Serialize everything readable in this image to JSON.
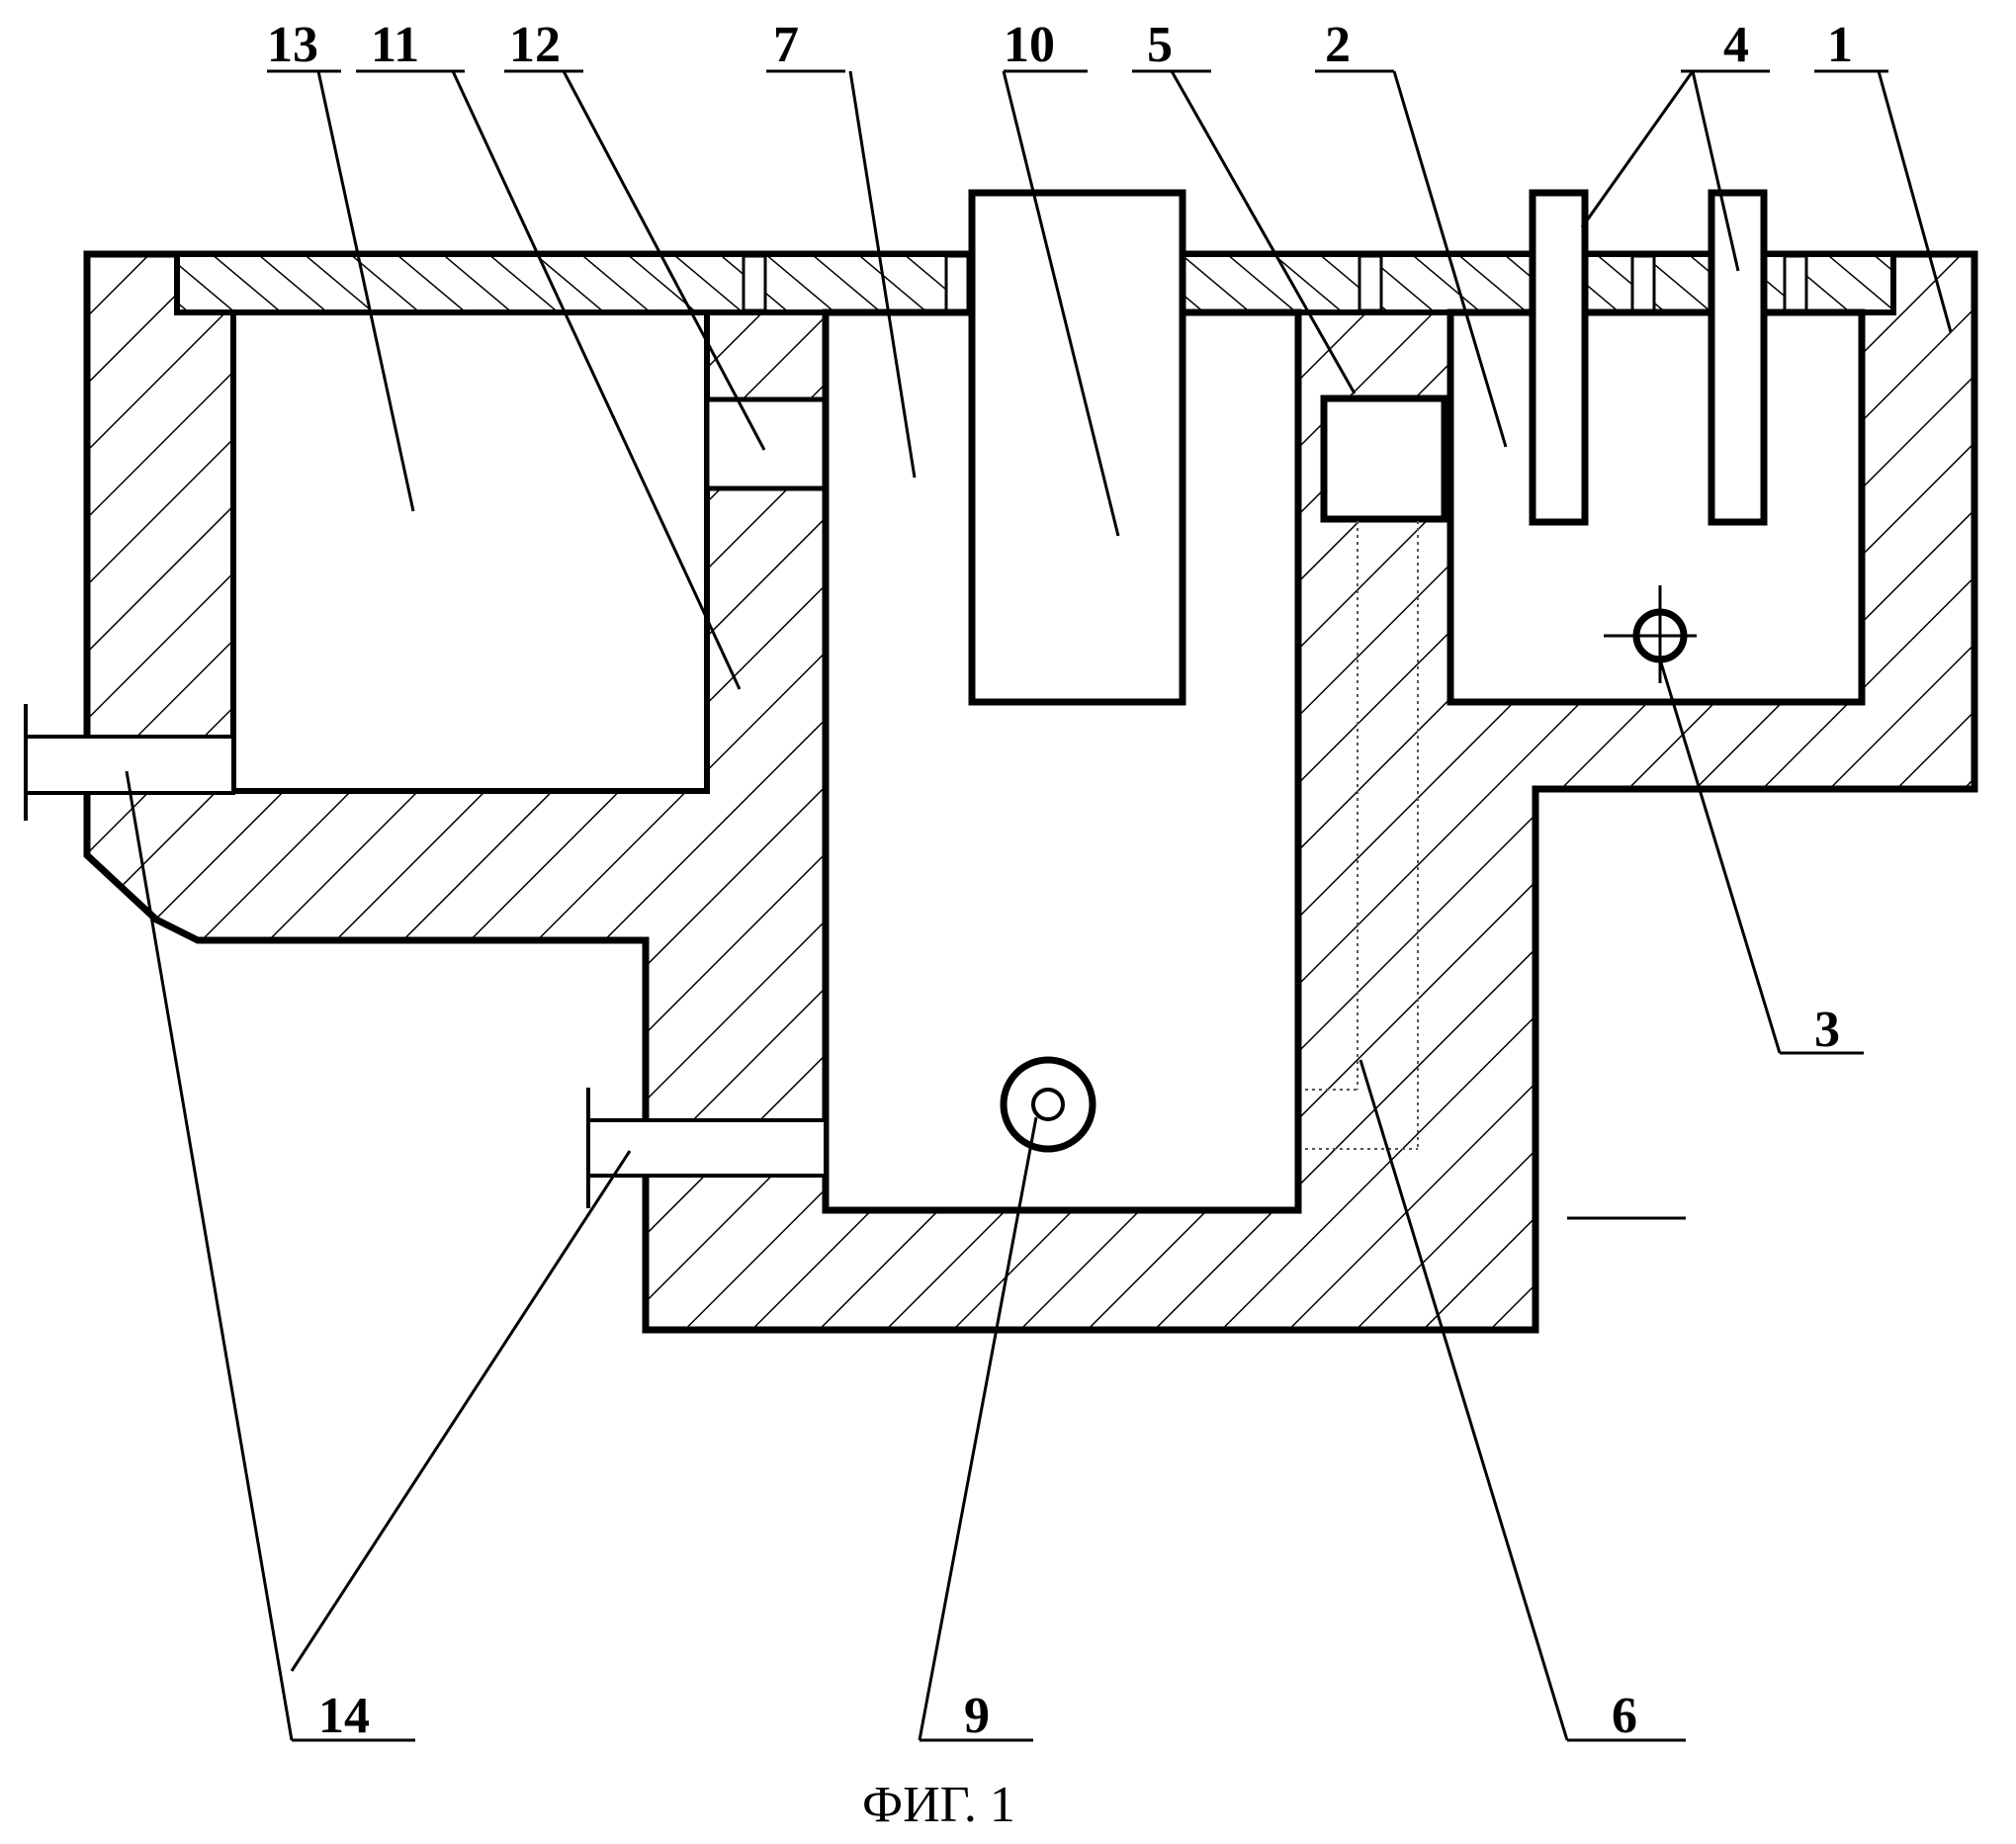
{
  "labels": {
    "l1": "1",
    "l2": "2",
    "l3": "3",
    "l4": "4",
    "l5": "5",
    "l6": "6",
    "l7": "7",
    "l9": "9",
    "l10": "10",
    "l11": "11",
    "l12": "12",
    "l13": "13",
    "l14": "14"
  },
  "caption": "ФИГ. 1"
}
